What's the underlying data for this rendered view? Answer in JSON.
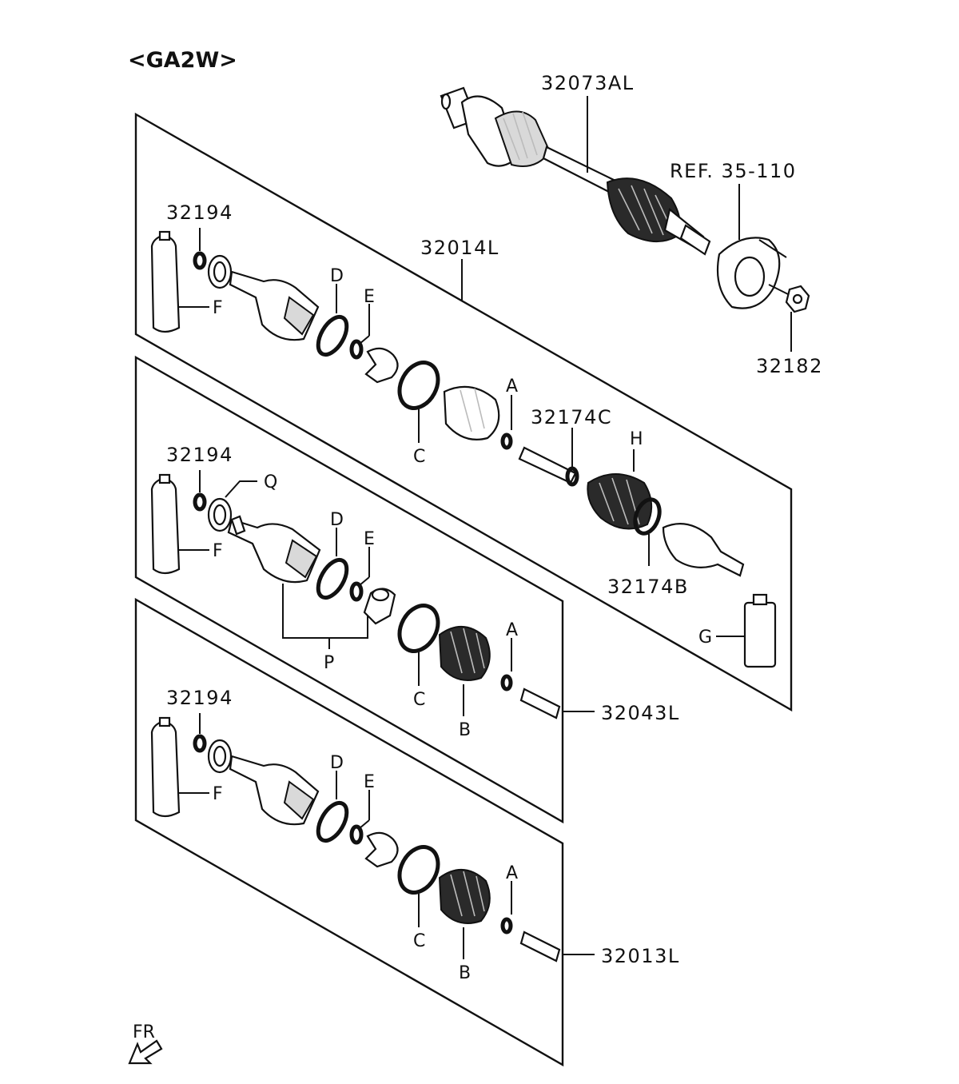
{
  "title": "<GA2W>",
  "front_marker": "FR",
  "labels": {
    "driveshaft_assy": "32073AL",
    "hub_ref": "REF. 35-110",
    "hub_nut": "32182",
    "kit_outer": "32014L",
    "kit_inner_a": "32043L",
    "kit_inner_b": "32013L",
    "snap_ring": "32194",
    "band_small": "32174C",
    "band_large": "32174B"
  },
  "letters": {
    "A": "A",
    "B": "B",
    "C": "C",
    "D": "D",
    "E": "E",
    "F": "F",
    "G": "G",
    "H": "H",
    "P": "P",
    "Q": "Q"
  }
}
